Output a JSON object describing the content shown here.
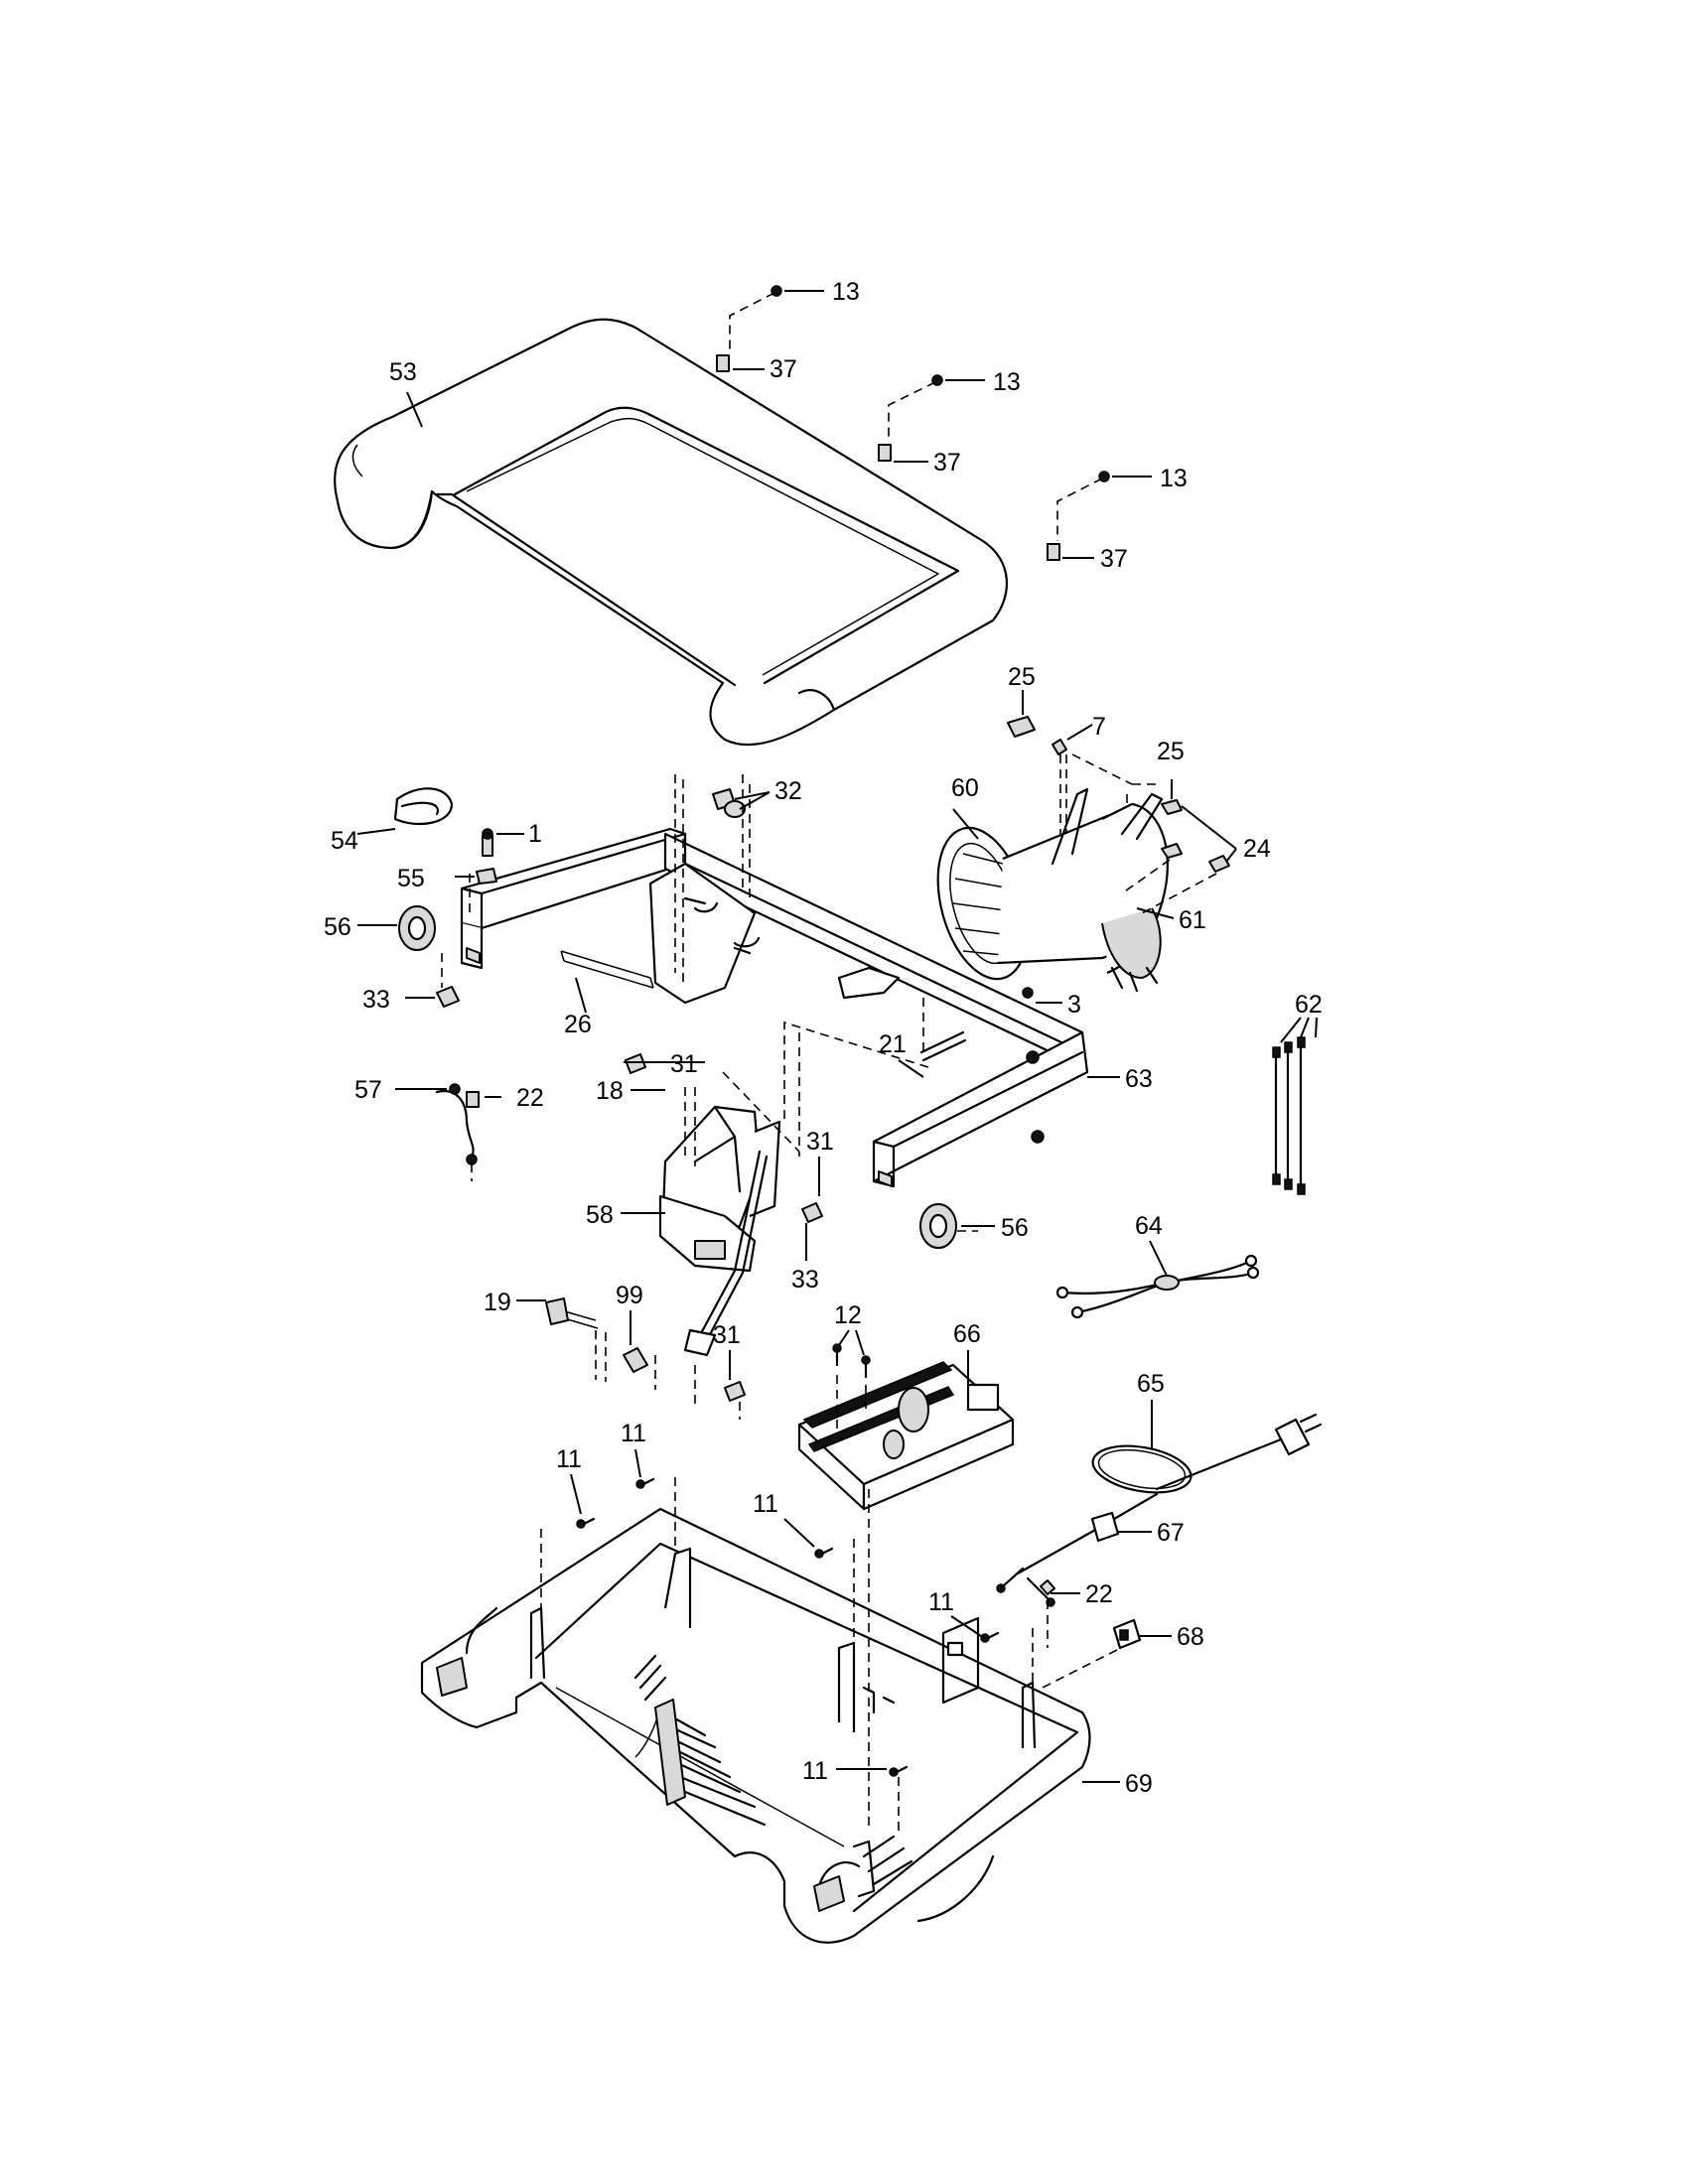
{
  "callouts": [
    {
      "id": "c13a",
      "text": "13"
    },
    {
      "id": "c37a",
      "text": "37"
    },
    {
      "id": "c13b",
      "text": "13"
    },
    {
      "id": "c37b",
      "text": "37"
    },
    {
      "id": "c13c",
      "text": "13"
    },
    {
      "id": "c37c",
      "text": "37"
    },
    {
      "id": "c53",
      "text": "53"
    },
    {
      "id": "c25a",
      "text": "25"
    },
    {
      "id": "c7",
      "text": "7"
    },
    {
      "id": "c25b",
      "text": "25"
    },
    {
      "id": "c24",
      "text": "24"
    },
    {
      "id": "c60",
      "text": "60"
    },
    {
      "id": "c61",
      "text": "61"
    },
    {
      "id": "c32",
      "text": "32"
    },
    {
      "id": "c54",
      "text": "54"
    },
    {
      "id": "c1",
      "text": "1"
    },
    {
      "id": "c55",
      "text": "55"
    },
    {
      "id": "c56a",
      "text": "56"
    },
    {
      "id": "c33a",
      "text": "33"
    },
    {
      "id": "c26",
      "text": "26"
    },
    {
      "id": "c3",
      "text": "3"
    },
    {
      "id": "c62",
      "text": "62"
    },
    {
      "id": "c31a",
      "text": "31"
    },
    {
      "id": "c21",
      "text": "21"
    },
    {
      "id": "c63",
      "text": "63"
    },
    {
      "id": "c57",
      "text": "57"
    },
    {
      "id": "c22a",
      "text": "22"
    },
    {
      "id": "c18",
      "text": "18"
    },
    {
      "id": "c31b",
      "text": "31"
    },
    {
      "id": "c58",
      "text": "58"
    },
    {
      "id": "c56b",
      "text": "56"
    },
    {
      "id": "c33b",
      "text": "33"
    },
    {
      "id": "c64",
      "text": "64"
    },
    {
      "id": "c19",
      "text": "19"
    },
    {
      "id": "c99",
      "text": "99"
    },
    {
      "id": "c31c",
      "text": "31"
    },
    {
      "id": "c12",
      "text": "12"
    },
    {
      "id": "c66",
      "text": "66"
    },
    {
      "id": "c65",
      "text": "65"
    },
    {
      "id": "c11a",
      "text": "11"
    },
    {
      "id": "c11b",
      "text": "11"
    },
    {
      "id": "c11c",
      "text": "11"
    },
    {
      "id": "c67",
      "text": "67"
    },
    {
      "id": "c22b",
      "text": "22"
    },
    {
      "id": "c11d",
      "text": "11"
    },
    {
      "id": "c68",
      "text": "68"
    },
    {
      "id": "c11e",
      "text": "11"
    },
    {
      "id": "c69",
      "text": "69"
    }
  ]
}
